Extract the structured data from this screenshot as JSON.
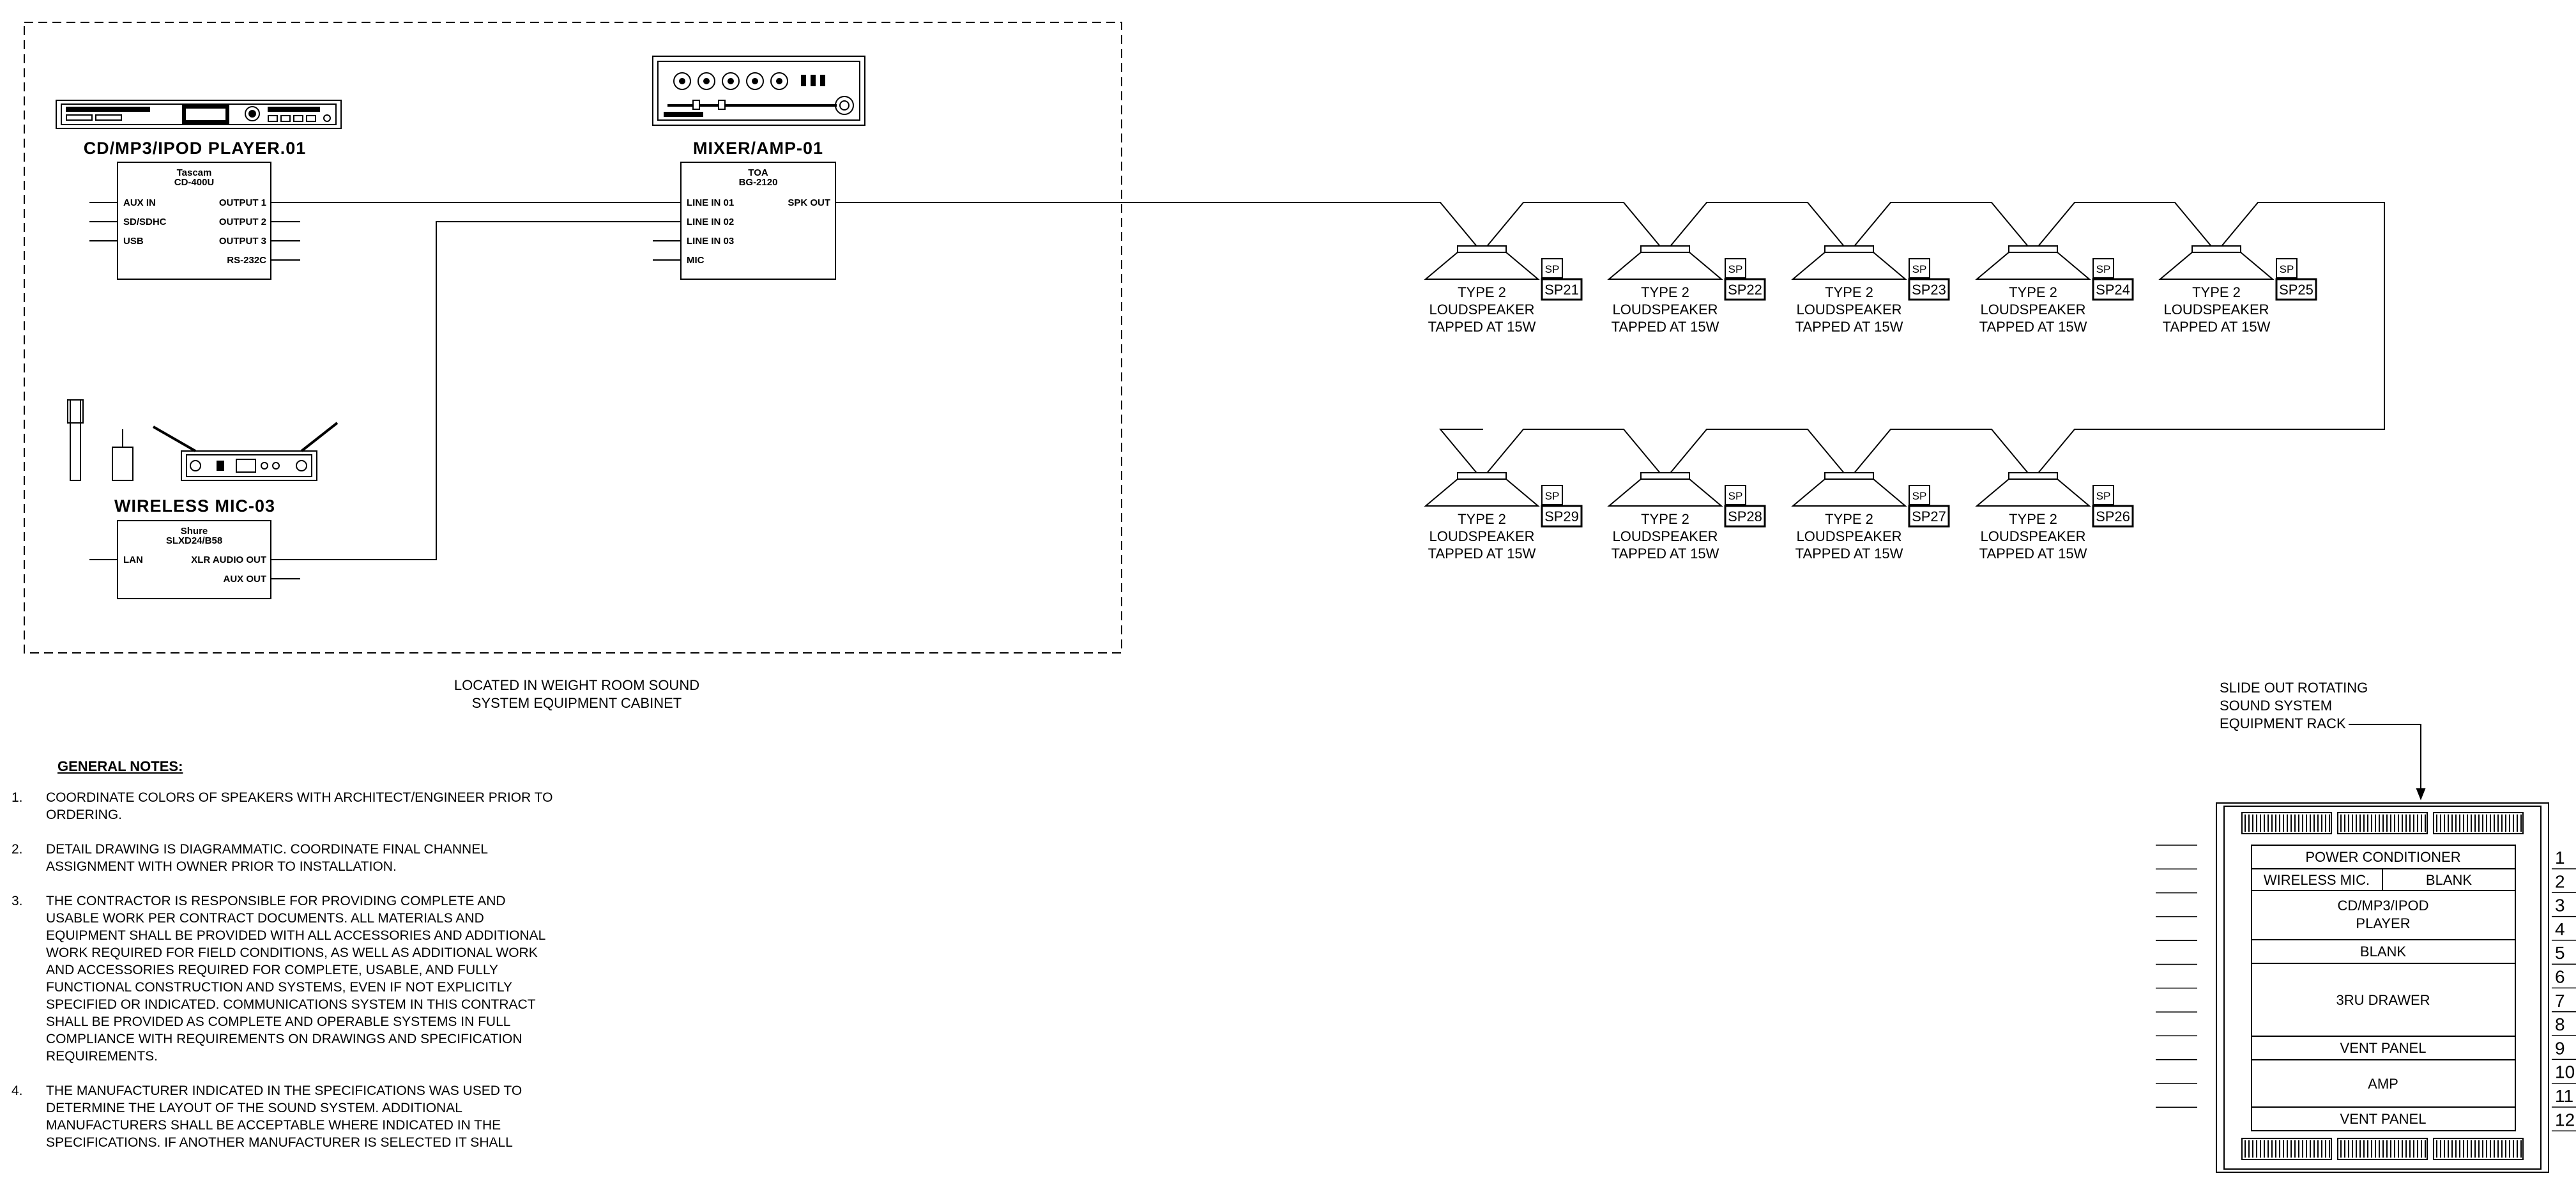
{
  "cabinet_note": [
    "LOCATED IN WEIGHT ROOM SOUND",
    "SYSTEM EQUIPMENT CABINET"
  ],
  "devices": {
    "cd_player": {
      "title": "CD/MP3/IPOD PLAYER.01",
      "make": "Tascam",
      "model": "CD-400U",
      "inputs": [
        "AUX IN",
        "SD/SDHC",
        "USB"
      ],
      "outputs": [
        "OUTPUT 1",
        "OUTPUT 2",
        "OUTPUT 3",
        "RS-232C"
      ]
    },
    "mixer": {
      "title": "MIXER/AMP-01",
      "make": "TOA",
      "model": "BG-2120",
      "inputs": [
        "LINE IN 01",
        "LINE IN 02",
        "LINE IN 03",
        "MIC"
      ],
      "output": "SPK OUT"
    },
    "wireless_mic": {
      "title": "WIRELESS MIC-03",
      "make": "Shure",
      "model": "SLXD24/B58",
      "inputs": [
        "LAN"
      ],
      "outputs": [
        "XLR AUDIO OUT",
        "AUX OUT"
      ]
    }
  },
  "speakers": {
    "type_lines": [
      "TYPE 2",
      "LOUDSPEAKER",
      "TAPPED AT 15W"
    ],
    "sp_tag": "SP",
    "row1": [
      "SP21",
      "SP22",
      "SP23",
      "SP24",
      "SP25"
    ],
    "row2": [
      "SP29",
      "SP28",
      "SP27",
      "SP26"
    ]
  },
  "rack": {
    "callout": [
      "SLIDE OUT ROTATING",
      "SOUND SYSTEM",
      "EQUIPMENT RACK"
    ],
    "power_conditioner": "POWER CONDITIONER",
    "wireless_mic": "WIRELESS MIC.",
    "blank_half": "BLANK",
    "cd_player": [
      "CD/MP3/IPOD",
      "PLAYER"
    ],
    "blank": "BLANK",
    "drawer": "3RU DRAWER",
    "vent_panel_1": "VENT PANEL",
    "amp": "AMP",
    "vent_panel_2": "VENT PANEL",
    "units": [
      "1",
      "2",
      "3",
      "4",
      "5",
      "6",
      "7",
      "8",
      "9",
      "10",
      "11",
      "12"
    ]
  },
  "notes": {
    "heading": "GENERAL NOTES:",
    "items": [
      {
        "num": "1.",
        "text": "COORDINATE COLORS OF SPEAKERS WITH ARCHITECT/ENGINEER PRIOR TO ORDERING."
      },
      {
        "num": "2.",
        "text": "DETAIL DRAWING IS DIAGRAMMATIC. COORDINATE FINAL CHANNEL ASSIGNMENT WITH OWNER PRIOR TO INSTALLATION."
      },
      {
        "num": "3.",
        "text": "THE CONTRACTOR IS RESPONSIBLE FOR PROVIDING COMPLETE AND USABLE WORK PER CONTRACT DOCUMENTS. ALL MATERIALS AND EQUIPMENT SHALL BE PROVIDED WITH ALL ACCESSORIES AND ADDITIONAL WORK REQUIRED FOR FIELD CONDITIONS, AS WELL AS ADDITIONAL WORK AND ACCESSORIES REQUIRED FOR COMPLETE, USABLE, AND FULLY FUNCTIONAL CONSTRUCTION AND SYSTEMS, EVEN IF NOT EXPLICITLY SPECIFIED OR INDICATED. COMMUNICATIONS SYSTEM IN THIS CONTRACT SHALL BE PROVIDED AS COMPLETE AND OPERABLE SYSTEMS IN FULL COMPLIANCE WITH REQUIREMENTS ON DRAWINGS AND SPECIFICATION REQUIREMENTS."
      },
      {
        "num": "4.",
        "text": "THE MANUFACTURER INDICATED IN THE SPECIFICATIONS WAS USED TO DETERMINE THE LAYOUT OF THE SOUND SYSTEM. ADDITIONAL MANUFACTURERS SHALL BE ACCEPTABLE WHERE INDICATED IN THE SPECIFICATIONS. IF ANOTHER MANUFACTURER IS SELECTED IT SHALL"
      }
    ]
  }
}
